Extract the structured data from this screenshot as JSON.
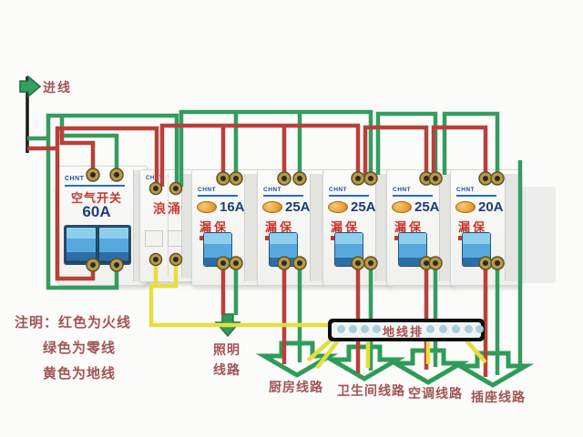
{
  "incoming": {
    "label": "进线"
  },
  "notes": {
    "line1": "注明：红色为火线",
    "line2": "绿色为零线",
    "line3": "黄色为地线"
  },
  "devices": [
    {
      "name": "main-air-switch",
      "brand": "CHNT",
      "label": "空气开关",
      "rating": "60A"
    },
    {
      "name": "surge-protector",
      "brand": "CHNT",
      "label": "浪涌"
    },
    {
      "name": "rcbo-lighting",
      "brand": "CHNT",
      "rating": "16A",
      "label": "漏保"
    },
    {
      "name": "rcbo-kitchen",
      "brand": "CHNT",
      "rating": "25A",
      "label": "漏保"
    },
    {
      "name": "rcbo-bathroom",
      "brand": "CHNT",
      "rating": "25A",
      "label": "漏保"
    },
    {
      "name": "rcbo-aircon",
      "brand": "CHNT",
      "rating": "25A",
      "label": "漏保"
    },
    {
      "name": "rcbo-socket",
      "brand": "CHNT",
      "rating": "20A",
      "label": "漏保"
    }
  ],
  "ground_bar": {
    "label": "地线排",
    "terminal_dots": 9
  },
  "circuits": [
    {
      "name": "lighting",
      "label_line1": "照明",
      "label_line2": "线路"
    },
    {
      "name": "kitchen",
      "label": "厨房线路"
    },
    {
      "name": "bathroom",
      "label": "卫生间线路"
    },
    {
      "name": "aircon",
      "label": "空调线路"
    },
    {
      "name": "socket",
      "label": "插座线路"
    }
  ],
  "colors": {
    "live_wire_red": "#b8403a",
    "neutral_wire_green": "#359c5f",
    "ground_wire_yellow": "#e8dd3e",
    "incoming_pole_black": "#1a1a1a",
    "arrow_green": "#2e9c58",
    "rating_navy": "#1c3e78",
    "type_red": "#c9362f",
    "label_maroon": "#a25454",
    "bus_black": "#0e0e0e",
    "bus_dot_blue": "#a9cddd",
    "toggle_blue": "#57a9dd",
    "button_orange": "#e59b2c"
  }
}
